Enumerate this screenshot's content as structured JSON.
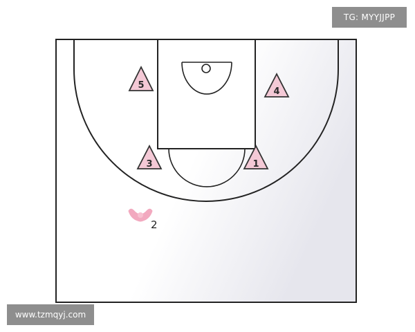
{
  "watermarks": {
    "top": "TG: MYYJJPP",
    "bottom": "www.tzmqyj.com"
  },
  "colors": {
    "court_line": "#222222",
    "player_fill": "#f4c9d6",
    "player_stroke": "#333333",
    "coach_fill": "#f2a9bf",
    "shading": "#e9e9ef"
  },
  "players": [
    {
      "label": "5"
    },
    {
      "label": "4"
    },
    {
      "label": "3"
    },
    {
      "label": "1"
    }
  ],
  "coach": {
    "label": "2",
    "icon": "hands-icon"
  }
}
